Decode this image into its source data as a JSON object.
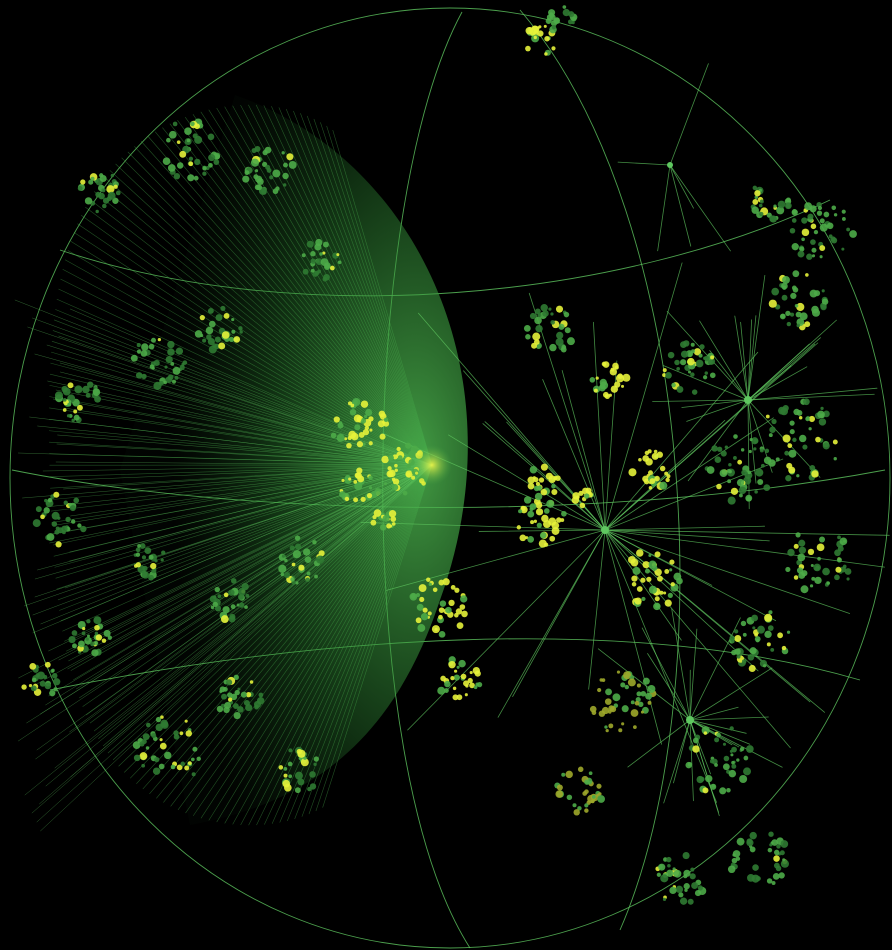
{
  "view": {
    "kind": "hyperbolic-tree-visualization",
    "projection": "sphere",
    "background": "#000000"
  },
  "colors": {
    "edge": "#5fc860",
    "edge_dim": "#3f9a45",
    "node_green": "#4cab48",
    "node_dark": "#2f7a32",
    "node_yellow": "#e6f23a",
    "node_olive": "#9da72a",
    "fan": "#49b04e"
  },
  "hubs": [
    {
      "id": "left-hemisphere-hub",
      "label": ""
    },
    {
      "id": "central-hub",
      "label": ""
    },
    {
      "id": "right-hub",
      "label": ""
    },
    {
      "id": "lower-right-hub",
      "label": ""
    },
    {
      "id": "top-hub",
      "label": ""
    }
  ]
}
